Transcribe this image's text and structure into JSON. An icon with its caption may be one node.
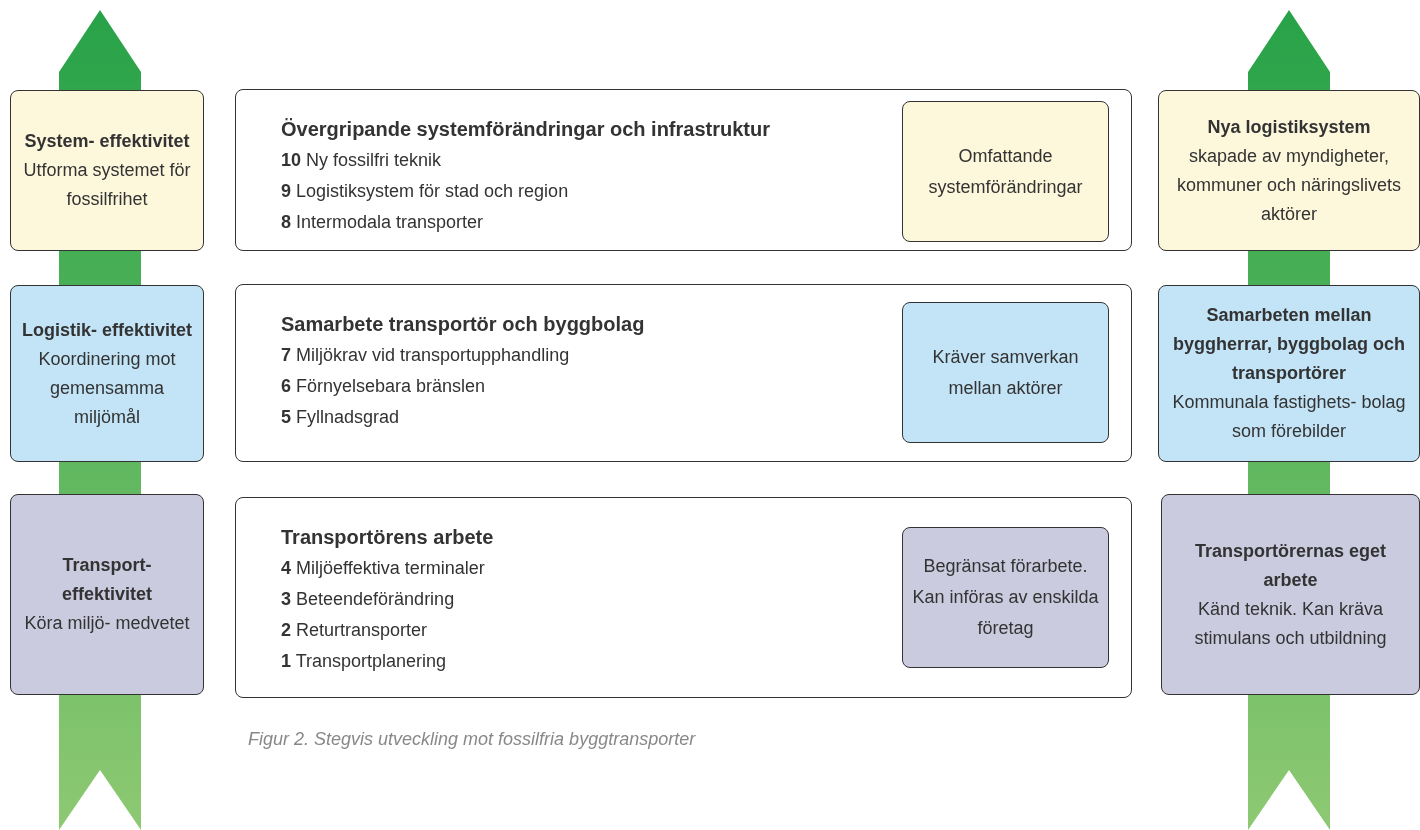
{
  "diagram": {
    "caption": "Figur 2. Stegvis utveckling mot fossilfria byggtransporter",
    "nodes": [
      {
        "text": [
          "System- effektivitet",
          "Utforma systemet för fossilfrihet"
        ]
      },
      {
        "text": [
          "Övergripande systemförändringar och infrastruktur",
          "**10** Ny fossilfri teknik",
          "**9** Logistiksystem för stad och region",
          "**8** Intermodala transporter"
        ]
      },
      {
        "text": [
          "Omfattande systemförändringar"
        ],
        "in": 1
      },
      {
        "text": [
          "Nya logistiksystem",
          "skapade av myndigheter, kommuner och näringslivets aktörer"
        ]
      },
      {
        "text": [
          "Logistik- effektivitet",
          "Koordinering mot gemensamma miljömål"
        ]
      },
      {
        "text": [
          "Samarbete transportör och byggbolag",
          "**7** Miljökrav vid transportupphandling",
          "**6** Förnyelsebara bränslen",
          "**5** Fyllnadsgrad"
        ]
      },
      {
        "text": [
          "Kräver samverkan mellan aktörer"
        ],
        "in": 5
      },
      {
        "text": [
          "Samarbeten mellan byggherrar, byggbolag och transportörer",
          "Kommunala fastighets- bolag som förebilder"
        ]
      },
      {
        "text": [
          "Transport- effektivitet",
          "Köra miljö- medvetet"
        ]
      },
      {
        "text": [
          "Transportörens arbete",
          "**4** Miljöeffektiva terminaler",
          "**3** Beteendeförändring",
          "**2** Returtransporter",
          "**1** Transportplanering"
        ]
      },
      {
        "text": [
          "Begränsat förarbete. Kan införas av enskilda företag"
        ],
        "in": 9
      },
      {
        "text": [
          "Transportörernas eget arbete",
          "Känd teknik. Kan kräva stimulans och utbildning"
        ]
      }
    ]
  }
}
